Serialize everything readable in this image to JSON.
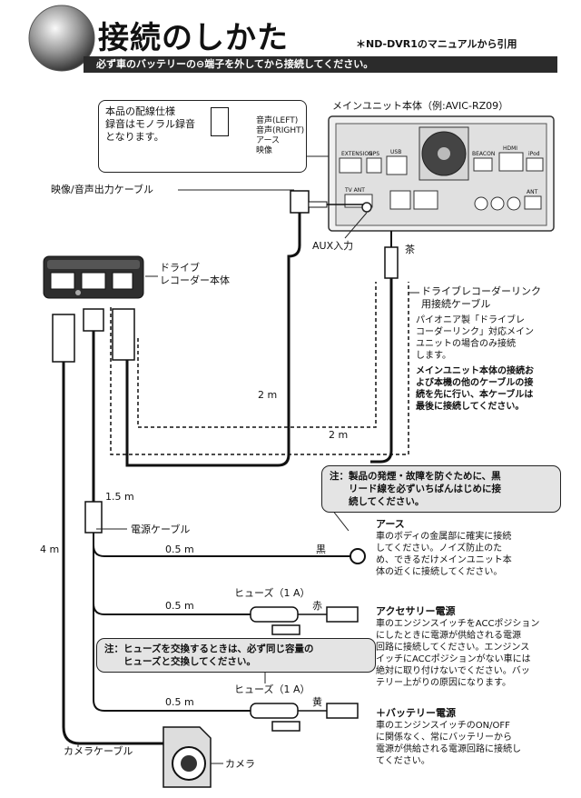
{
  "header": {
    "title": "接続のしかた",
    "source_note": "＊ND-DVR1のマニュアルから引用",
    "warning": "必ず車のバッテリーの⊖端子を外してから接続してください。"
  },
  "spec_box": {
    "lines": [
      "本品の配線仕様",
      "録音はモノラル録音",
      "となります。"
    ],
    "plug_labels": [
      "音声(LEFT)",
      "音声(RIGHT)",
      "アース",
      "映像"
    ]
  },
  "main_unit": {
    "label": "メインユニット本体（例:AVIC-RZ09）",
    "ports": [
      "EXTENSION",
      "GPS",
      "USB",
      "BEACON",
      "HDMI",
      "iPod",
      "TV ANT",
      "ANT"
    ]
  },
  "labels": {
    "av_cable": "映像/音声出力ケーブル",
    "aux": "AUX入力",
    "brown": "茶",
    "recorder": [
      "ドライブ",
      "レコーダー本体"
    ],
    "link_cable": [
      "ドライブレコーダーリンク",
      "用接続ケーブル"
    ],
    "link_desc": [
      "パイオニア製「ドライブレ",
      "コーダーリンク」対応メイン",
      "ユニットの場合のみ接続",
      "します。"
    ],
    "link_bold": [
      "メインユニット本体の接続お",
      "よび本機の他のケーブルの接",
      "続を先に行い、本ケーブルは",
      "最後に接続してください。"
    ],
    "len_2m_a": "2 m",
    "len_2m_b": "2 m",
    "len_15m": "1.5 m",
    "len_4m": "4 m",
    "power_cable": "電源ケーブル",
    "len_05m_1": "0.5 m",
    "len_05m_2": "0.5 m",
    "len_05m_3": "0.5 m",
    "fuse1": "ヒューズ（1 A）",
    "fuse2": "ヒューズ（1 A）",
    "black": "黒",
    "red": "赤",
    "yellow": "黄",
    "camera_cable": "カメラケーブル",
    "camera": "カメラ"
  },
  "notes": {
    "black_first": [
      "注：製品の発煙・故障を防ぐために、黒",
      "　　リード線を必ずいちばんはじめに接",
      "　　続してください。"
    ],
    "fuse_note": [
      "注：ヒューズを交換するときは、必ず同じ容量の",
      "　　ヒューズと交換してください。"
    ]
  },
  "sections": {
    "earth": {
      "title": "アース",
      "body": [
        "車のボディの金属部に確実に接続",
        "してください。ノイズ防止のた",
        "め、できるだけメインユニット本",
        "体の近くに接続してください。"
      ]
    },
    "acc": {
      "title": "アクセサリー電源",
      "body": [
        "車のエンジンスイッチをACCポジション",
        "にしたときに電源が供給される電源",
        "回路に接続してください。エンジンス",
        "イッチにACCポジションがない車には",
        "絶対に取り付けないでください。バッ",
        "テリー上がりの原因になります。"
      ]
    },
    "battery": {
      "title": "＋バッテリー電源",
      "body": [
        "車のエンジンスイッチのON/OFF",
        "に関係なく、常にバッテリーから",
        "電源が供給される電源回路に接続し",
        "てください。"
      ]
    }
  }
}
